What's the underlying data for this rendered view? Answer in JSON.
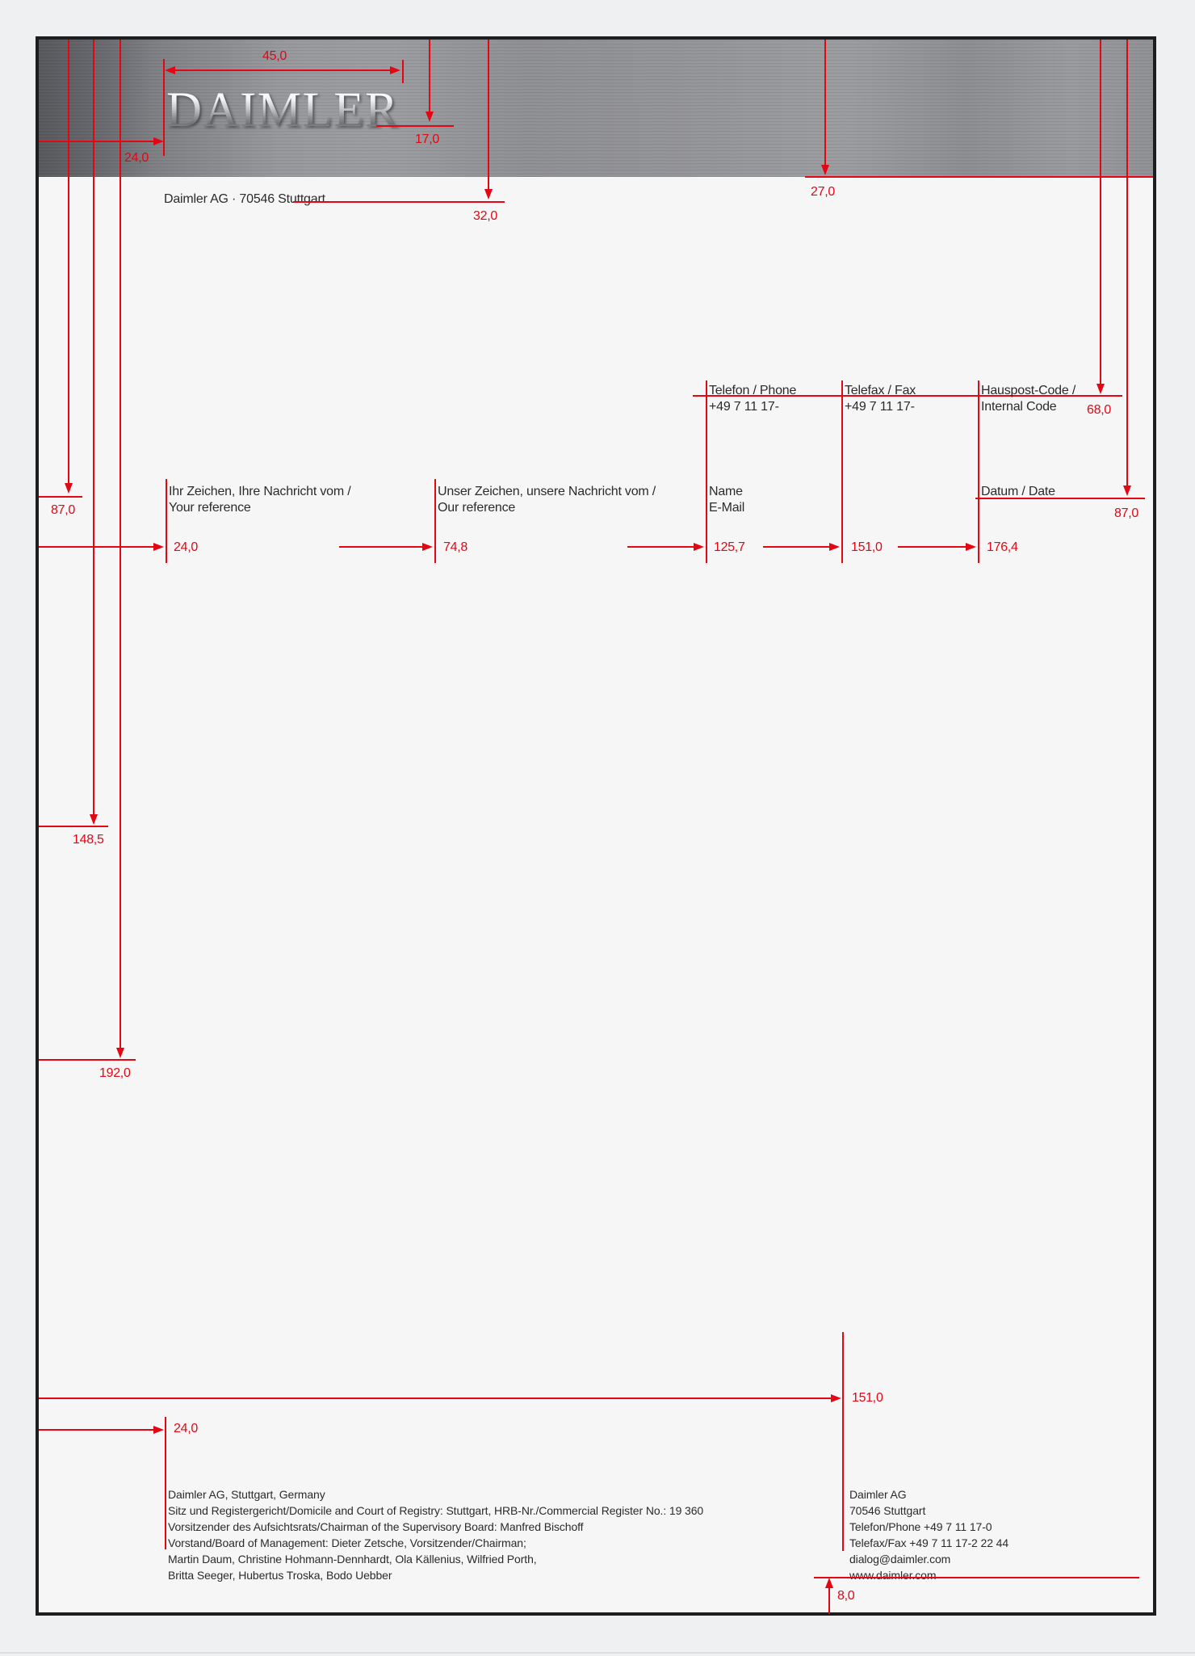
{
  "meta": {
    "accent_red": "#e30613",
    "paper_color": "#f6f6f7",
    "border_color": "#1d1d20",
    "band_gray": "#8e8f93"
  },
  "header": {
    "logo": "DAIMLER",
    "sender_line": "Daimler AG · 70546 Stuttgart"
  },
  "fields": {
    "telefon": {
      "l1": "Telefon / Phone",
      "l2": "+49 7 11 17-"
    },
    "telefax": {
      "l1": "Telefax / Fax",
      "l2": "+49 7 11 17-"
    },
    "hauspost": {
      "l1": "Hauspost-Code /",
      "l2": "Internal Code"
    },
    "ihr": {
      "l1": "Ihr Zeichen, Ihre Nachricht vom /",
      "l2": "Your reference"
    },
    "unser": {
      "l1": "Unser Zeichen, unsere Nachricht vom /",
      "l2": "Our reference"
    },
    "name": {
      "l1": "Name",
      "l2": "E-Mail"
    },
    "datum": {
      "l1": "Datum / Date"
    }
  },
  "dims": {
    "d45": "45,0",
    "d17": "17,0",
    "d24top": "24,0",
    "d32": "32,0",
    "d27": "27,0",
    "d68": "68,0",
    "d87l": "87,0",
    "d87r": "87,0",
    "d148": "148,5",
    "d192": "192,0",
    "d24mid": "24,0",
    "d74": "74,8",
    "d125": "125,7",
    "d151mid": "151,0",
    "d176": "176,4",
    "d151bot": "151,0",
    "d24bot": "24,0",
    "d8": "8,0"
  },
  "footer": {
    "left": [
      "Daimler AG, Stuttgart, Germany",
      "Sitz und Registergericht/Domicile and Court of Registry: Stuttgart, HRB-Nr./Commercial Register No.: 19 360",
      "Vorsitzender des Aufsichtsrats/Chairman of the Supervisory Board: Manfred Bischoff",
      "Vorstand/Board of Management: Dieter Zetsche, Vorsitzender/Chairman;",
      "Martin Daum, Christine Hohmann-Dennhardt, Ola Källenius, Wilfried Porth,",
      "Britta Seeger, Hubertus Troska, Bodo Uebber"
    ],
    "right": [
      "Daimler AG",
      "70546 Stuttgart",
      "Telefon/Phone +49 7 11 17-0",
      "Telefax/Fax +49 7 11 17-2 22 44",
      "dialog@daimler.com",
      "www.daimler.com"
    ]
  }
}
